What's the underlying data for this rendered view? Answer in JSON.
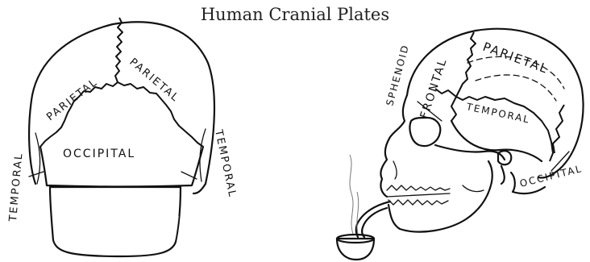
{
  "title": "Human Cranial Plates",
  "posterior_view": {
    "labels": {
      "parietal_left": "PARIETAL",
      "parietal_right": "PARIETAL",
      "occipital": "OCCIPITAL",
      "temporal_left": "TEMPORAL",
      "temporal_right": "TEMPORAL"
    }
  },
  "lateral_view": {
    "labels": {
      "sphenoid": "SPHENOID",
      "frontal": "FRONTAL",
      "parietal": "PARIETAL",
      "temporal": "TEMPORAL",
      "occipital": "OCCIPITAL"
    }
  }
}
